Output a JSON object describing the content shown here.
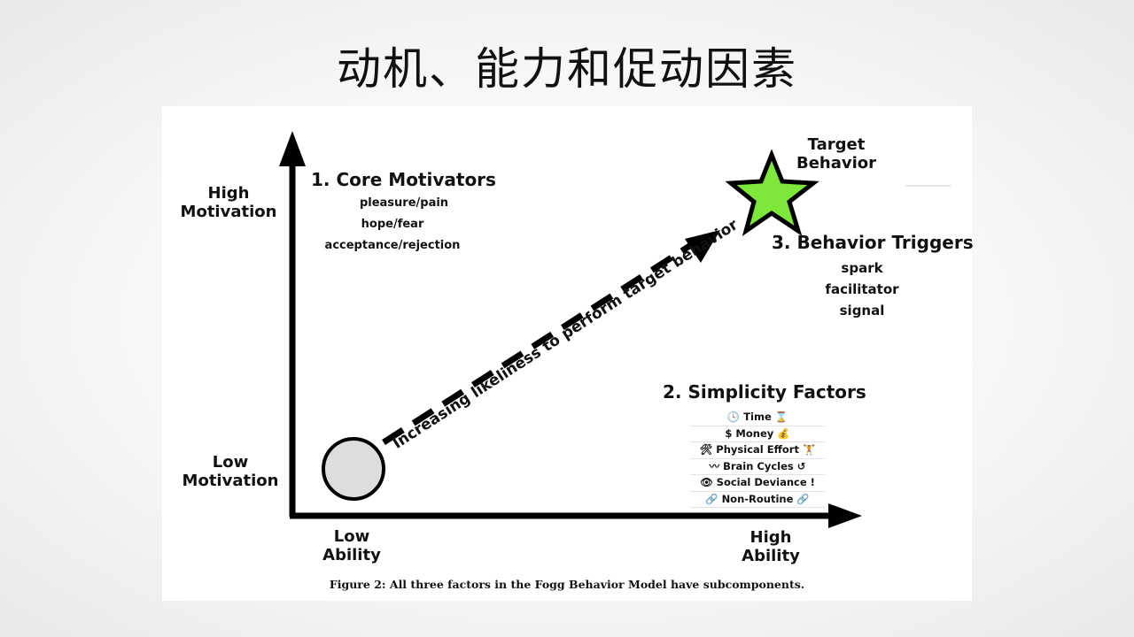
{
  "slide": {
    "title": "动机、能力和促动因素"
  },
  "figure": {
    "y_axis": {
      "high_label": "High\nMotivation",
      "low_label": "Low\nMotivation"
    },
    "x_axis": {
      "low_label": "Low\nAbility",
      "high_label": "High\nAbility"
    },
    "core_motivators": {
      "heading": "1. Core Motivators",
      "items": [
        "pleasure/pain",
        "hope/fear",
        "acceptance/rejection"
      ]
    },
    "target": {
      "label": "Target\nBehavior",
      "star_color": "#7ee83a"
    },
    "behavior_triggers": {
      "heading": "3. Behavior Triggers",
      "items": [
        "spark",
        "facilitator",
        "signal"
      ]
    },
    "simplicity_factors": {
      "heading": "2. Simplicity Factors",
      "items": [
        {
          "icon": "clock-icon",
          "left_glyph": "🕓",
          "label": "Time",
          "right_glyph": "⌛"
        },
        {
          "icon": "money-icon",
          "left_glyph": "$",
          "label": "Money",
          "right_glyph": "💰"
        },
        {
          "icon": "tools-icon",
          "left_glyph": "🛠",
          "label": "Physical Effort",
          "right_glyph": "🏋"
        },
        {
          "icon": "brain-icon",
          "left_glyph": "〰",
          "label": "Brain Cycles",
          "right_glyph": "↺"
        },
        {
          "icon": "eye-icon",
          "left_glyph": "👁",
          "label": "Social Deviance",
          "right_glyph": "!"
        },
        {
          "icon": "link-icon",
          "left_glyph": "🔗",
          "label": "Non-Routine",
          "right_glyph": "🔗"
        }
      ]
    },
    "diagonal_label": "Increasing likeliness to perform target behavior",
    "start_circle_color": "#dddddd",
    "caption": "Figure 2: All three factors in the Fogg Behavior Model have subcomponents."
  }
}
